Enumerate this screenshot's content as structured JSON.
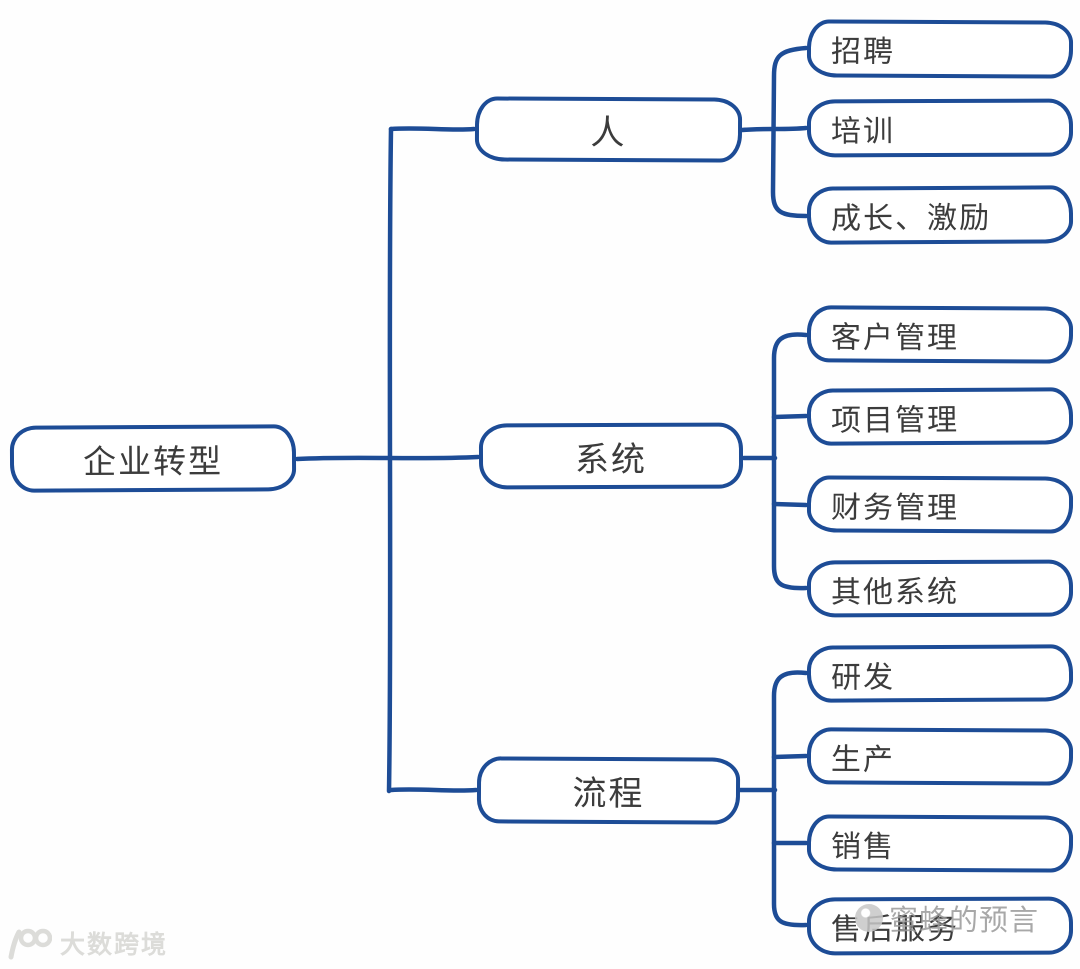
{
  "diagram": {
    "root": {
      "label": "企业转型"
    },
    "branches": [
      {
        "label": "人",
        "children": [
          {
            "label": "招聘"
          },
          {
            "label": "培训"
          },
          {
            "label": "成长、激励"
          }
        ]
      },
      {
        "label": "系统",
        "children": [
          {
            "label": "客户管理"
          },
          {
            "label": "项目管理"
          },
          {
            "label": "财务管理"
          },
          {
            "label": "其他系统"
          }
        ]
      },
      {
        "label": "流程",
        "children": [
          {
            "label": "研发"
          },
          {
            "label": "生产"
          },
          {
            "label": "销售"
          },
          {
            "label": "售后服务"
          }
        ]
      }
    ]
  },
  "watermarks": {
    "bottom_left": "大数跨境",
    "bottom_right": "蜜蜂的预言"
  },
  "colors": {
    "line": "#1d4c96",
    "node_text": "#3c3c3c",
    "watermark_right": "#9a9a9a",
    "watermark_left": "#dcdcd9"
  }
}
